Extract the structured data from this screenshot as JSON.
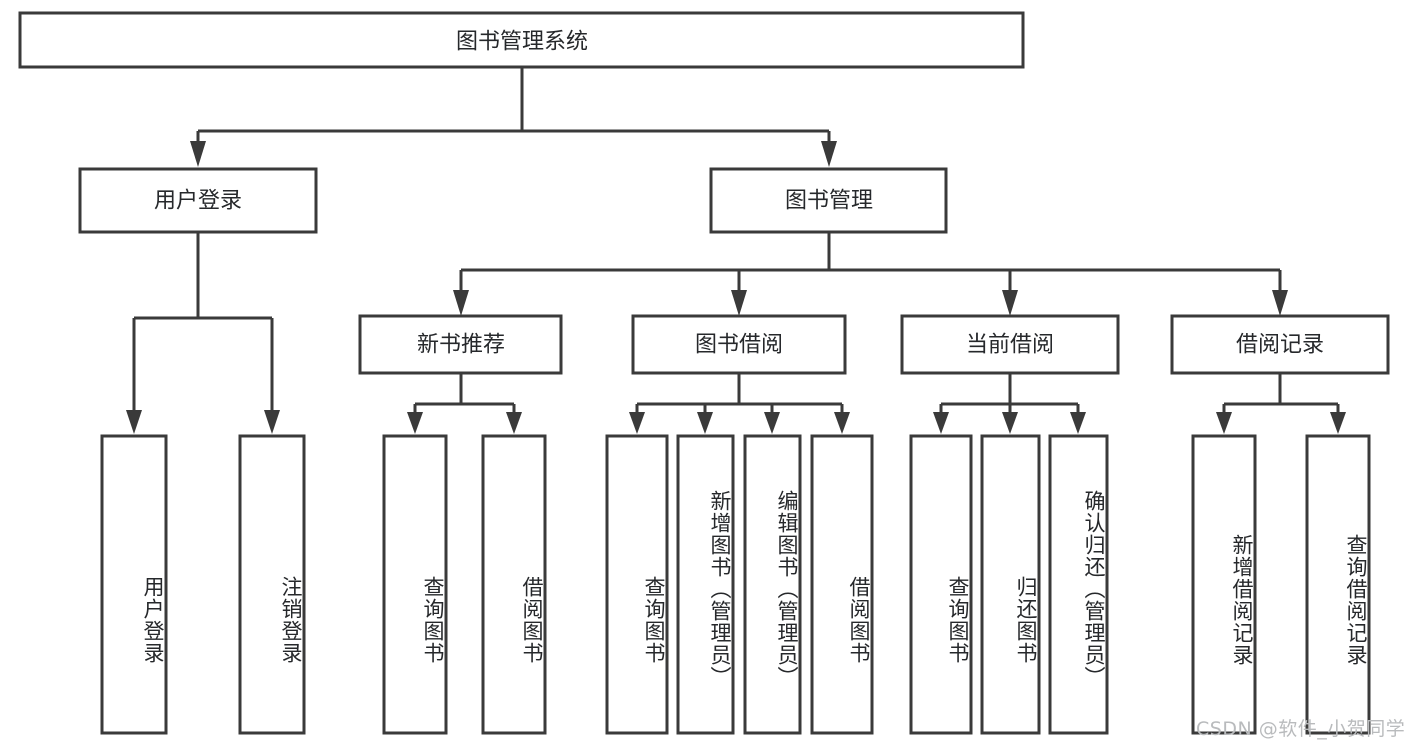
{
  "diagram": {
    "type": "tree",
    "title_node": "图书管理系统",
    "watermark": "CSDN @软件_小贺同学",
    "colors": {
      "stroke": "#3a3a3a",
      "box_fill": "#ffffff",
      "text": "#26282b",
      "background": "#ffffff",
      "watermark": "#b9bbbd"
    },
    "levels": {
      "root": "图书管理系统",
      "level1": [
        "用户登录",
        "图书管理"
      ],
      "level2_under_book_management": [
        "新书推荐",
        "图书借阅",
        "当前借阅",
        "借阅记录"
      ]
    },
    "nodes": {
      "root": {
        "label": "图书管理系统",
        "orientation": "horizontal"
      },
      "user_login": {
        "label": "用户登录",
        "orientation": "horizontal"
      },
      "book_management": {
        "label": "图书管理",
        "orientation": "horizontal"
      },
      "new_book_recommend": {
        "label": "新书推荐",
        "orientation": "horizontal"
      },
      "book_borrow": {
        "label": "图书借阅",
        "orientation": "horizontal"
      },
      "current_borrow": {
        "label": "当前借阅",
        "orientation": "horizontal"
      },
      "borrow_record": {
        "label": "借阅记录",
        "orientation": "horizontal"
      }
    },
    "leaves": {
      "user_login": [
        {
          "id": "leaf-user-login",
          "label": "用户登录"
        },
        {
          "id": "leaf-user-logout",
          "label": "注销登录"
        }
      ],
      "new_book_recommend": [
        {
          "id": "leaf-query-book-1",
          "label": "查询图书"
        },
        {
          "id": "leaf-borrow-book-1",
          "label": "借阅图书"
        }
      ],
      "book_borrow": [
        {
          "id": "leaf-query-book-2",
          "label": "查询图书"
        },
        {
          "id": "leaf-add-book",
          "label": "新增图书（管理员）"
        },
        {
          "id": "leaf-edit-book",
          "label": "编辑图书（管理员）"
        },
        {
          "id": "leaf-borrow-book-2",
          "label": "借阅图书"
        }
      ],
      "current_borrow": [
        {
          "id": "leaf-query-book-3",
          "label": "查询图书"
        },
        {
          "id": "leaf-return-book",
          "label": "归还图书"
        },
        {
          "id": "leaf-confirm-return",
          "label": "确认归还（管理员）"
        }
      ],
      "borrow_record": [
        {
          "id": "leaf-add-record",
          "label": "新增借阅记录"
        },
        {
          "id": "leaf-query-record",
          "label": "查询借阅记录"
        }
      ]
    }
  }
}
